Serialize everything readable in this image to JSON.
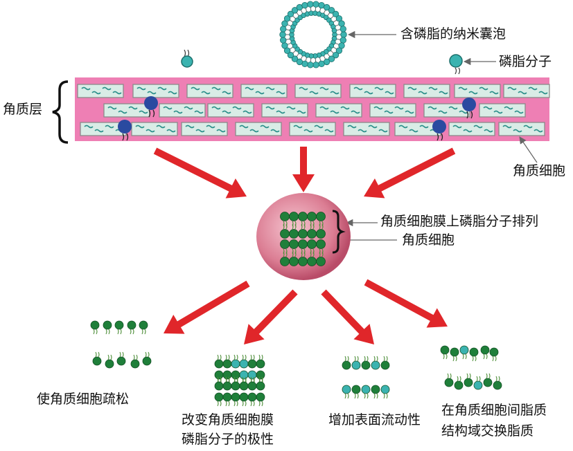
{
  "labels": {
    "vesicle": "含磷脂的纳米囊泡",
    "phospholipid_molecule": "磷脂分子",
    "stratum_corneum": "角质层",
    "corneocyte_top": "角质细胞",
    "membrane_arrangement": "角质细胞膜上磷脂分子排列",
    "corneocyte_mid": "角质细胞"
  },
  "outcomes": [
    {
      "lines": [
        "使角质细胞疏松"
      ]
    },
    {
      "lines": [
        "改变角质细胞膜",
        "磷脂分子的极性"
      ]
    },
    {
      "lines": [
        "增加表面流动性"
      ]
    },
    {
      "lines": [
        "在角质细胞间脂质",
        "结构域交换脂质"
      ]
    }
  ],
  "colors": {
    "layer_pink": "#ee7fb4",
    "cell_fill": "#d9ece6",
    "cell_border": "#8a8a8a",
    "head_green": "#1f7f3a",
    "head_teal": "#3bb3b0",
    "head_blue": "#2a4aa0",
    "arrow_red": "#e0262a",
    "circle_pink": "#d27088"
  },
  "icons": [
    "bracket-icon",
    "arrow-icon",
    "vesicle-icon",
    "phospholipid-icon"
  ]
}
